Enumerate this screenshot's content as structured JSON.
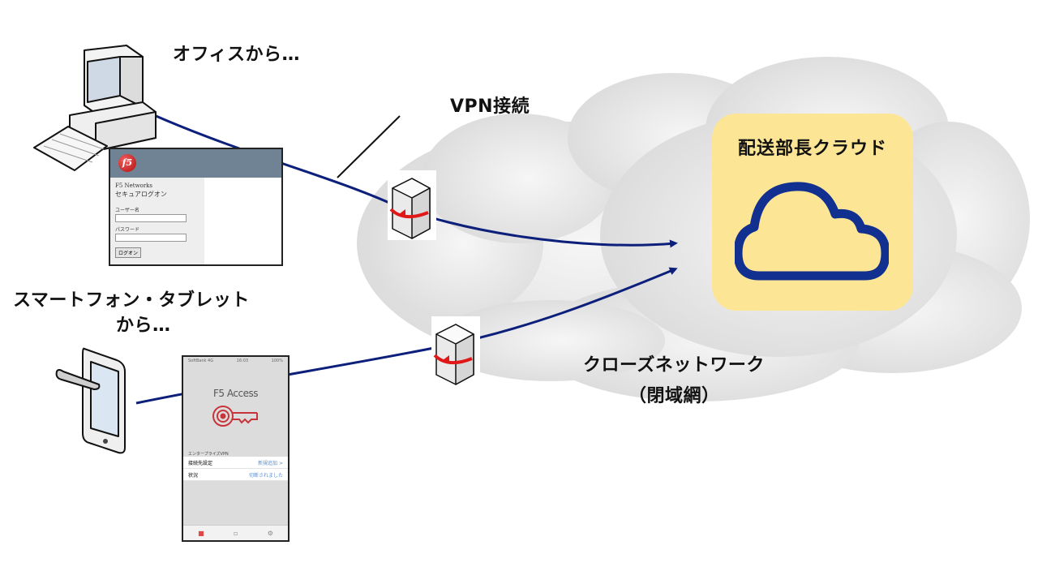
{
  "labels": {
    "office": "オフィスから…",
    "vpn": "VPN接続",
    "mobile_line1": "スマートフォン・タブレット",
    "mobile_line2": "から…",
    "closed_network_line1": "クローズネットワーク",
    "closed_network_line2": "（閉域網）"
  },
  "cloud_service": {
    "name": "配送部長クラウド"
  },
  "f5_web_login": {
    "logo": "f5",
    "brand": "F5 Networks",
    "heading": "セキュアログオン",
    "username_label": "ユーザー名",
    "username_value": "",
    "password_label": "パスワード",
    "password_value": "",
    "logon_button": "ログオン"
  },
  "f5_access_app": {
    "status_carrier": "SoftBank 4G",
    "status_time": "16:03",
    "status_battery": "100%",
    "title": "F5 Access",
    "section": "エンタープライズVPN",
    "rows": [
      {
        "label": "接続先設定",
        "value": "新規追加 >"
      },
      {
        "label": "状況",
        "value": "切断されました"
      }
    ],
    "tabs": [
      "VPN",
      "ログ",
      "設定"
    ]
  },
  "colors": {
    "connection_line": "#0c1f7a",
    "card_background": "#fde596",
    "cloud_icon_stroke": "#12308f",
    "firewall_arrow": "#e01818",
    "background_cloud": "#e6e6e6"
  }
}
